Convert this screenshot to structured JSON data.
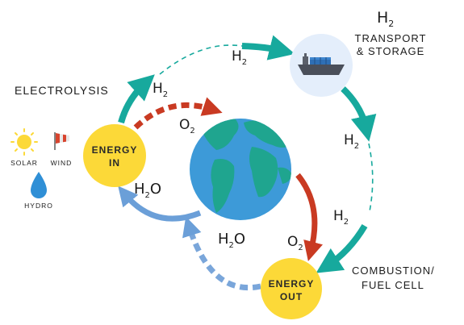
{
  "labels": {
    "electrolysis": "ELECTROLYSIS",
    "h2_top_main": "H",
    "h2_top_sub": "2",
    "transport_line1": "TRANSPORT",
    "transport_line2": "& STORAGE",
    "combustion_line1": "COMBUSTION/",
    "combustion_line2": "FUEL CELL",
    "solar": "SOLAR",
    "wind": "WIND",
    "hydro": "HYDRO",
    "energy_in_line1": "ENERGY",
    "energy_in_line2": "IN",
    "energy_out_line1": "ENERGY",
    "energy_out_line2": "OUT"
  },
  "flows": {
    "h2_top_arc_main": "H",
    "h2_top_arc_sub": "2",
    "h2_electrolysis_main": "H",
    "h2_electrolysis_sub": "2",
    "o2_top_main": "O",
    "o2_top_sub": "2",
    "h2_right_upper_main": "H",
    "h2_right_upper_sub": "2",
    "h2_right_lower_main": "H",
    "h2_right_lower_sub": "2",
    "h2o_left_main": "H",
    "h2o_left_sub": "2",
    "h2o_left_tail": "O",
    "h2o_bottom_main": "H",
    "h2o_bottom_sub": "2",
    "h2o_bottom_tail": "O",
    "o2_bottom_main": "O",
    "o2_bottom_sub": "2"
  },
  "colors": {
    "teal": "#17a99d",
    "red": "#c93a22",
    "blue_solid": "#6b9fd8",
    "blue_dashed": "#7aa6da",
    "sun_yellow": "#fcd938",
    "ocean": "#3d9ad8",
    "land": "#1fa58f",
    "ship_circle": "#e4eefb"
  }
}
